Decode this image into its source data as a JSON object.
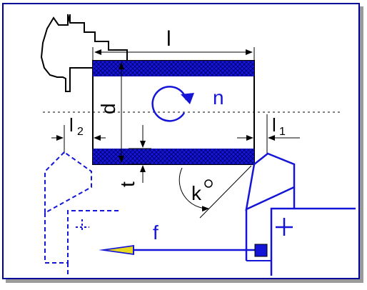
{
  "labels": {
    "l": "l",
    "d": "d",
    "n": "n",
    "l2": "l",
    "l2_sub": "2",
    "l1": "l",
    "l1_sub": "1",
    "t": "t",
    "k": "k",
    "f": "f"
  },
  "colors": {
    "background": "#ffffff",
    "frame": "#000099",
    "line": "#000000",
    "blue": "#1515d8",
    "arrow_tip": "#e8d820",
    "shadow": "#9a9a9a"
  },
  "icons": {
    "rotation_arrow": "rotation-arrow-icon",
    "tool_post_cross": "plus-icon",
    "feed_handle": "square-handle-icon"
  }
}
